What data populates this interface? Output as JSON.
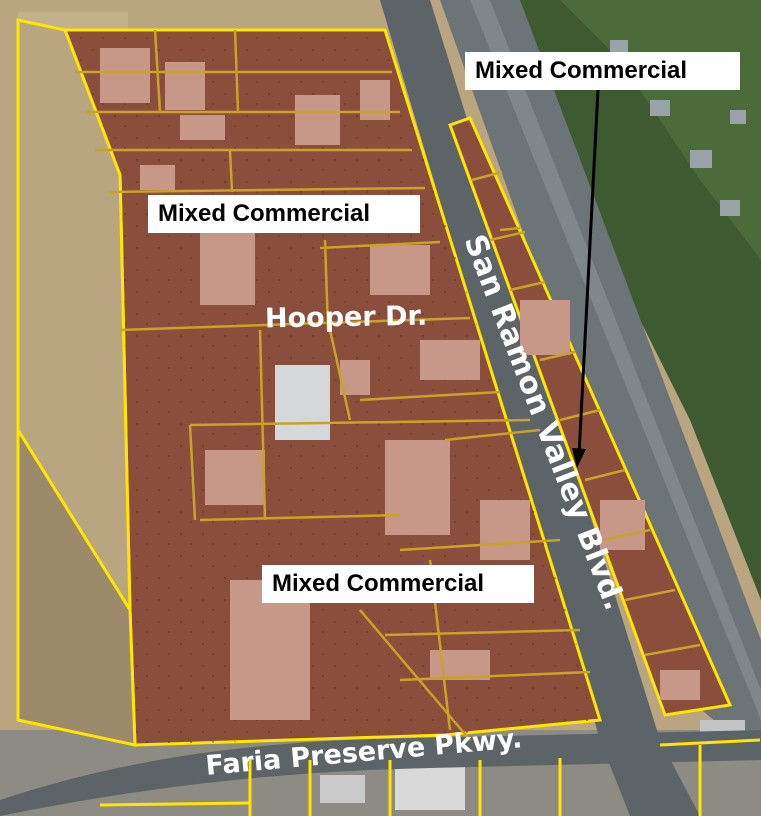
{
  "map": {
    "zone_labels": [
      "Mixed Commercial",
      "Mixed Commercial",
      "Mixed Commercial"
    ],
    "streets": {
      "hooper": "Hooper Dr.",
      "san_ramon": "San Ramon Valley Blvd.",
      "faria": "Faria Preserve Pkwy."
    },
    "colors": {
      "zone_fill": "#8a4f3c",
      "parcel_line": "#c9a227",
      "boundary": "#ffe600",
      "hillside": "#b9a681",
      "road": "#5d6468",
      "vegetation": "#3e5a30"
    }
  }
}
